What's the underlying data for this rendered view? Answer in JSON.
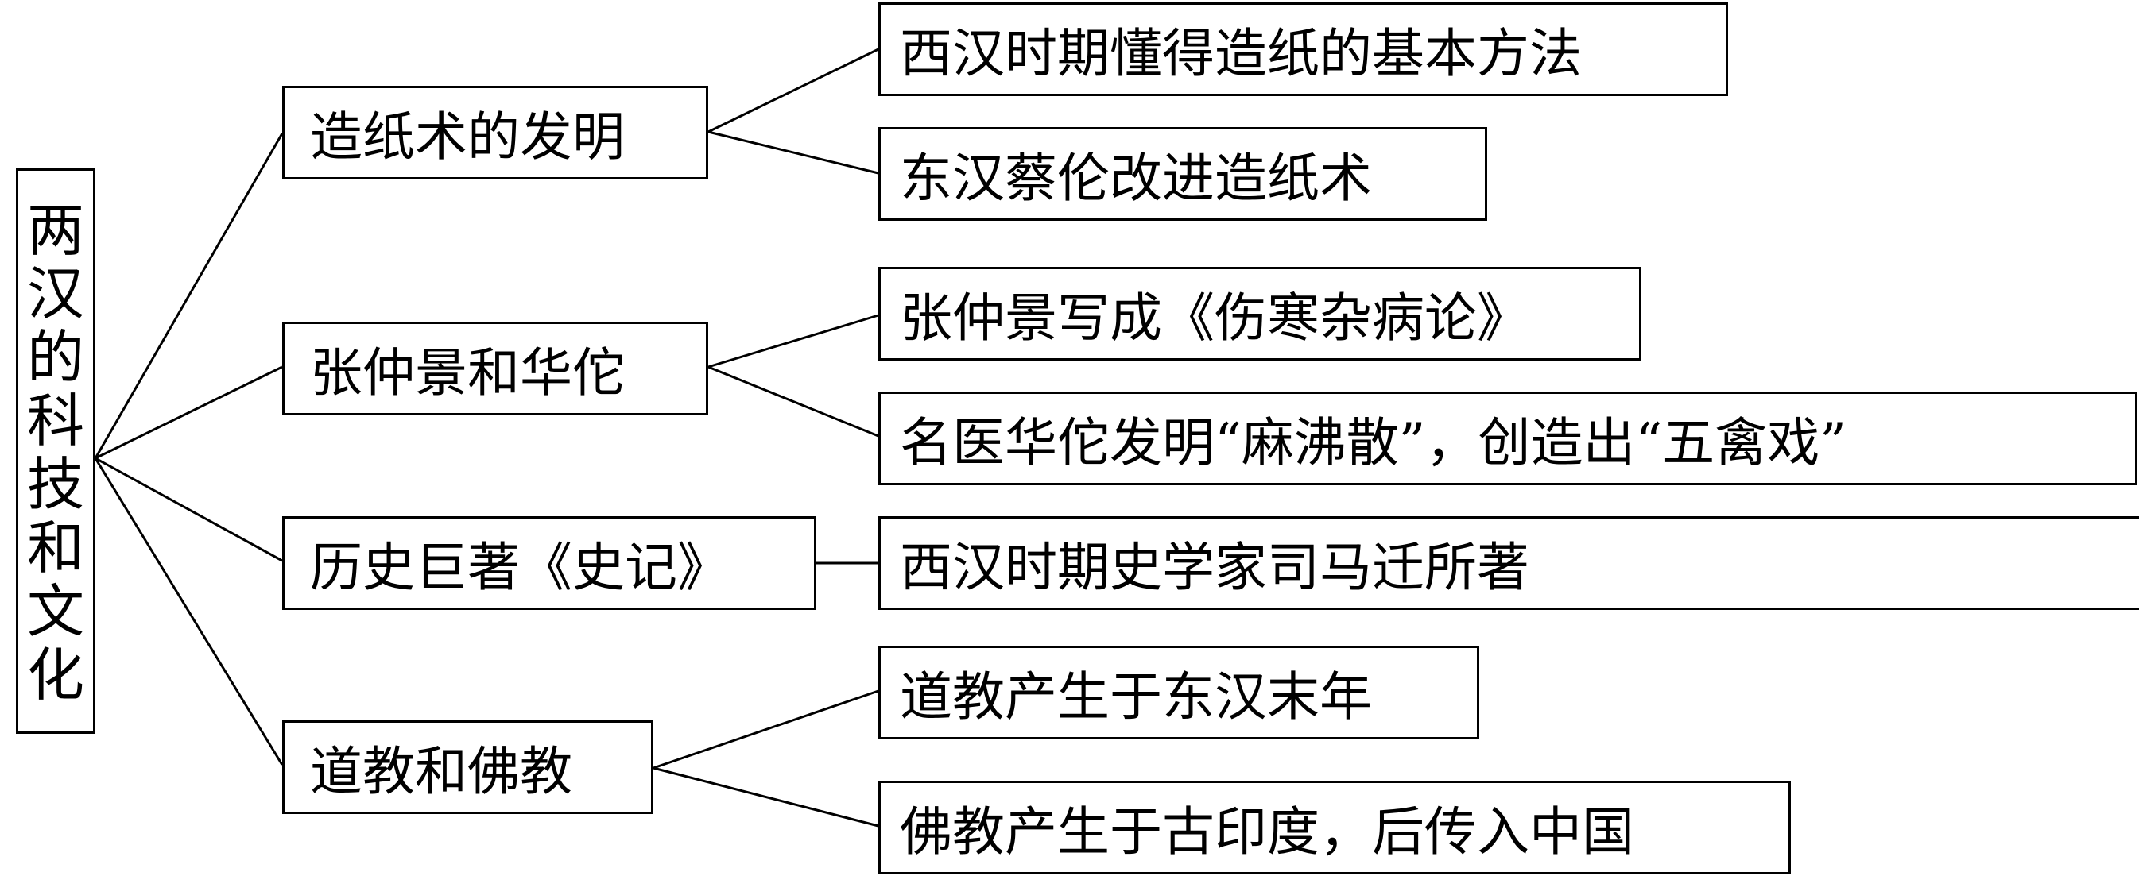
{
  "root": {
    "label": "两汉的科技和文化",
    "chars": [
      "两",
      "汉",
      "的",
      "科",
      "技",
      "和",
      "文",
      "化"
    ]
  },
  "branches": [
    {
      "label": "造纸术的发明",
      "leaves": [
        "西汉时期懂得造纸的基本方法",
        "东汉蔡伦改进造纸术"
      ]
    },
    {
      "label": "张仲景和华佗",
      "leaves": [
        "张仲景写成《伤寒杂病论》",
        "名医华佗发明“麻沸散”，创造出“五禽戏”"
      ]
    },
    {
      "label": "历史巨著《史记》",
      "leaves": [
        "西汉时期史学家司马迁所著"
      ]
    },
    {
      "label": "道教和佛教",
      "leaves": [
        "道教产生于东汉末年",
        "佛教产生于古印度，后传入中国"
      ]
    }
  ],
  "colors": {
    "line": "#000000",
    "box_border": "#000000",
    "background": "#ffffff"
  }
}
